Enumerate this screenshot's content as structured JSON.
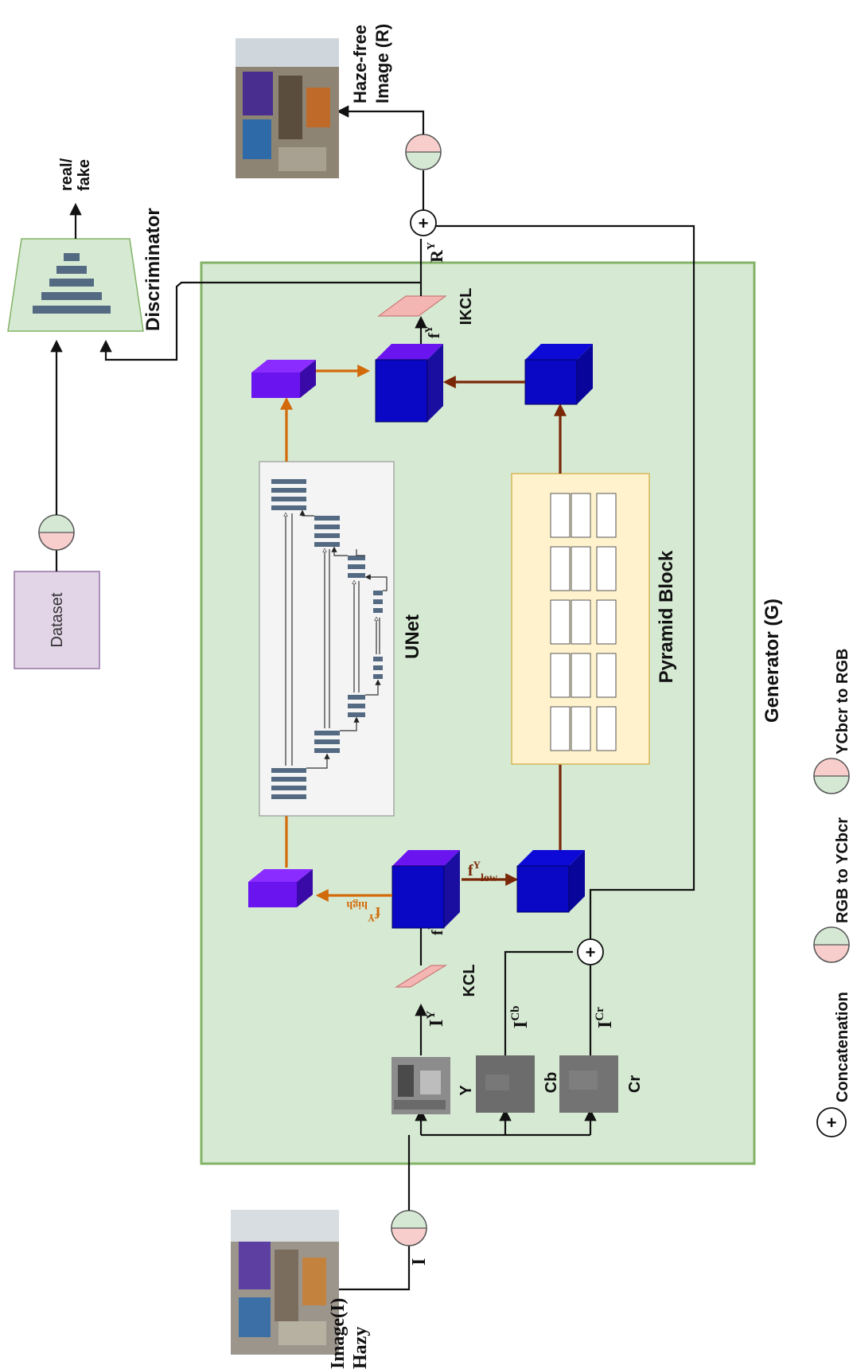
{
  "colors": {
    "generator_fill": "#d6ead3",
    "generator_border": "#82b366",
    "pyramid_fill": "#fff2cc",
    "pyramid_border": "#d6b656",
    "cube_blue": "#0a08c4",
    "cube_purple": "#6a14f0",
    "dataset_fill": "#e1d5e7",
    "dataset_border": "#9673a6",
    "orange_arrow": "#d26a0a",
    "brown_arrow": "#7a2708",
    "kcl_fill": "#f4b6b3",
    "rgb_ycbcr_green": "#d5e8d4",
    "rgb_ycbcr_pink": "#f8cecc"
  },
  "labels": {
    "hazy_image_line1": "Hazy",
    "hazy_image_line2": "Image(I)",
    "input_I": "I",
    "haze_free_line1": "Haze-free",
    "haze_free_line2": "Image (R)",
    "real_fake_line1": "real/",
    "real_fake_line2": "fake",
    "discriminator": "Discriminator",
    "dataset": "Dataset",
    "generator": "Generator (G)",
    "unet": "UNet",
    "pyramid_block": "Pyramid Block",
    "kcl": "KCL",
    "ikcl": "IKCL",
    "channel_Y": "Y",
    "channel_Cb": "Cb",
    "channel_Cr": "Cr",
    "I_letter": "I",
    "sup_Y": "Y",
    "sup_Cb": "Cb",
    "sup_Cr": "Cr",
    "f_letter": "f",
    "high_sub": "high",
    "low_sub": "low",
    "R_letter": "R",
    "plus": "+"
  },
  "legend": {
    "concatenation": "Concatenation",
    "rgb_to_ycbcr": "RGB to YCbcr",
    "ycbcr_to_rgb": "YCbcr to RGB"
  },
  "icons": [
    "concatenation-plus-icon",
    "rgb-to-ycbcr-icon",
    "ycbcr-to-rgb-icon",
    "arrow-head-icon",
    "cube-icon"
  ]
}
